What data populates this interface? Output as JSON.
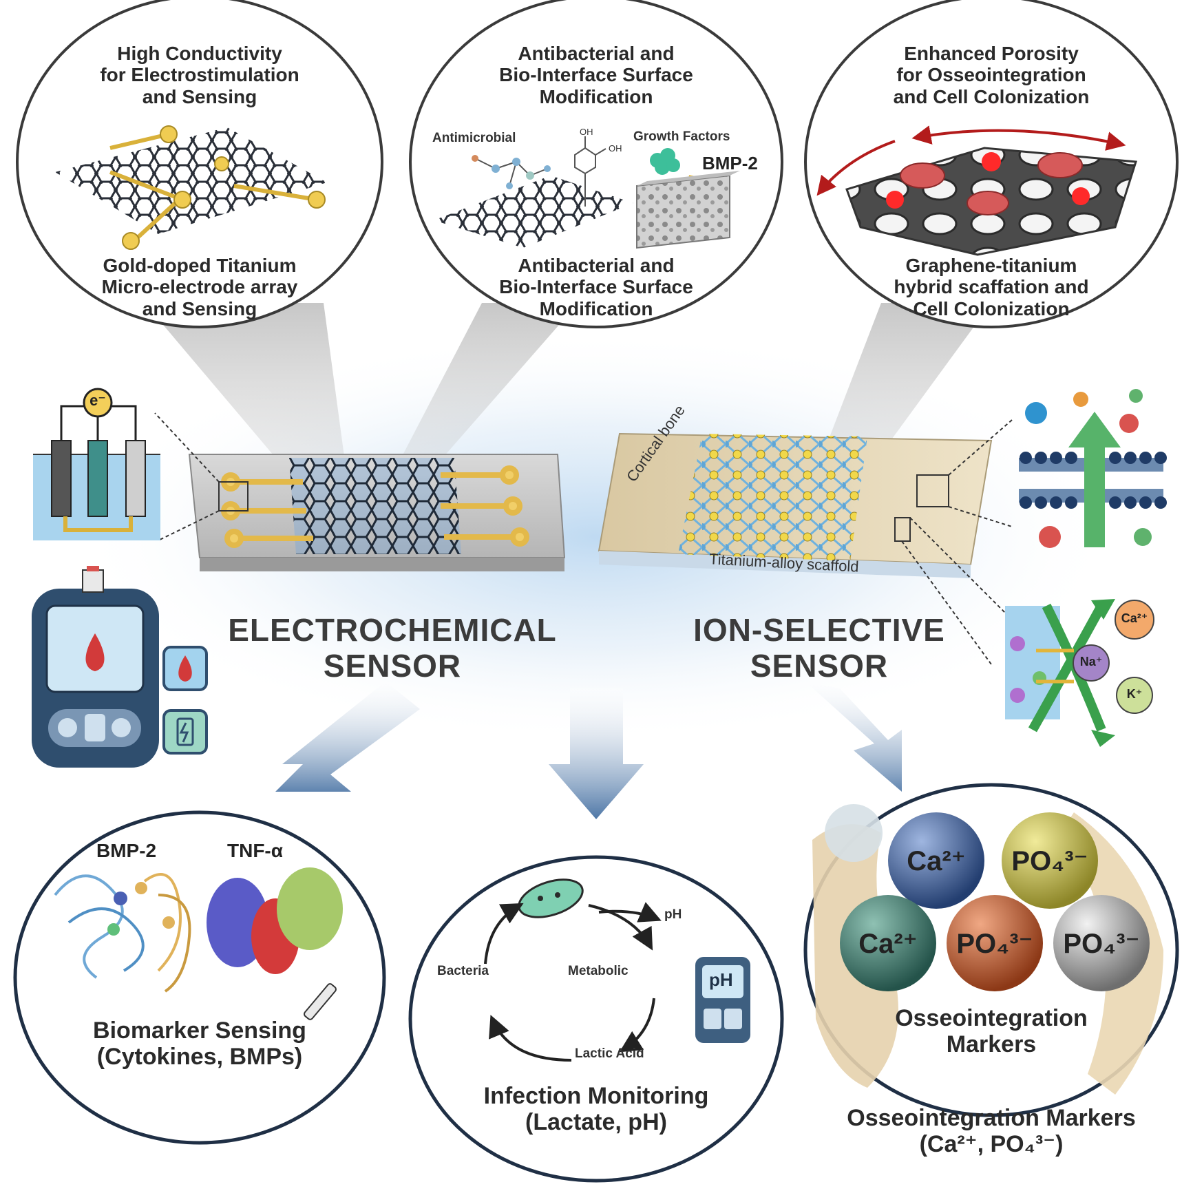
{
  "circles": {
    "conductivity": {
      "title": [
        "High Conductivity",
        "for Electrostimulation",
        "and Sensing"
      ],
      "caption": [
        "Gold-doped Titanium",
        "Micro-electrode array",
        "and Sensing"
      ]
    },
    "antibacterial": {
      "title": [
        "Antibacterial and",
        "Bio-Interface Surface",
        "Modification"
      ],
      "antimicrobial_label": "Antimicrobial",
      "oh_label_1": "OH",
      "oh_label_2": "OH",
      "growth_label": "Growth Factors",
      "bmp_label": "BMP-2",
      "caption": [
        "Antibacterial and",
        "Bio-Interface Surface",
        "Modification"
      ]
    },
    "porosity": {
      "title": [
        "Enhanced Porosity",
        "for Osseointegration",
        "and Cell Colonization"
      ],
      "caption": [
        "Graphene-titanium",
        "hybrid scaffation and",
        "Cell Colonization"
      ]
    }
  },
  "electrochemical": {
    "label": [
      "ELECTROCHEMICAL",
      "SENSOR"
    ],
    "electron_symbol": "e⁻"
  },
  "ion_selective": {
    "label": [
      "ION-SELECTIVE",
      "SENSOR"
    ],
    "cortical_bone": "Cortical bone",
    "scaffold": "Titanium-alloy scaffold",
    "ions": [
      "Ca²⁺",
      "Na⁺",
      "K⁺"
    ]
  },
  "biomarker": {
    "protein_1": "BMP-2",
    "protein_2": "TNF-α",
    "caption": [
      "Biomarker Sensing",
      "(Cytokines, BMPs)"
    ]
  },
  "infection": {
    "cycle": {
      "bacteria": "Bacteria",
      "metabolic": "Metabolic",
      "lactic": "Lactic Acid",
      "ph": "pH"
    },
    "meter_label": "pH",
    "caption": [
      "Infection Monitoring",
      "(Lactate, pH)"
    ]
  },
  "osseo": {
    "spheres": [
      {
        "label": "Ca²⁺",
        "color": "#2e4d86"
      },
      {
        "label": "PO₄³⁻",
        "color": "#b3ae3f"
      },
      {
        "label": "Ca²⁺",
        "color": "#2f6a5e"
      },
      {
        "label": "PO₄³⁻",
        "color": "#b5542c"
      },
      {
        "label": "PO₄³⁻",
        "color": "#9a9a9a"
      }
    ],
    "inner_caption": [
      "Osseointegration",
      "Markers"
    ],
    "outer_caption": [
      "Osseointegration Markers",
      "(Ca²⁺, PO₄³⁻)"
    ]
  },
  "colors": {
    "arrow": "#5f84b0",
    "gold": "#e3b94a",
    "graphene": "#2a2f38",
    "bone": "#e2d3b0",
    "glow": "#cfe3f5"
  }
}
